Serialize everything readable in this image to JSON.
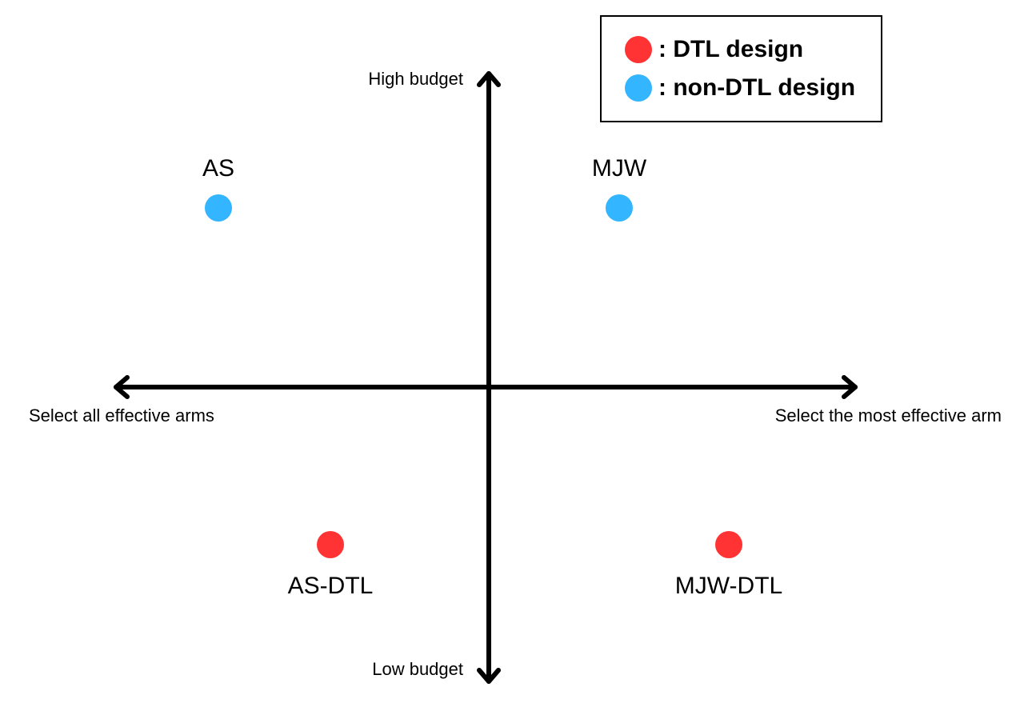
{
  "axes": {
    "top_label": "High budget",
    "bottom_label": "Low budget",
    "left_label": "Select all effective arms",
    "right_label": "Select the most effective arm"
  },
  "colors": {
    "dtl": "#ff3333",
    "non_dtl": "#33b5ff",
    "axis": "#000000"
  },
  "legend": {
    "items": [
      {
        "label": ": DTL design",
        "category": "dtl"
      },
      {
        "label": ": non-DTL design",
        "category": "non_dtl"
      }
    ]
  },
  "points": [
    {
      "label": "AS",
      "category": "non_dtl",
      "quadrant": "top-left"
    },
    {
      "label": "MJW",
      "category": "non_dtl",
      "quadrant": "top-right"
    },
    {
      "label": "AS-DTL",
      "category": "dtl",
      "quadrant": "bottom-left"
    },
    {
      "label": "MJW-DTL",
      "category": "dtl",
      "quadrant": "bottom-right"
    }
  ]
}
